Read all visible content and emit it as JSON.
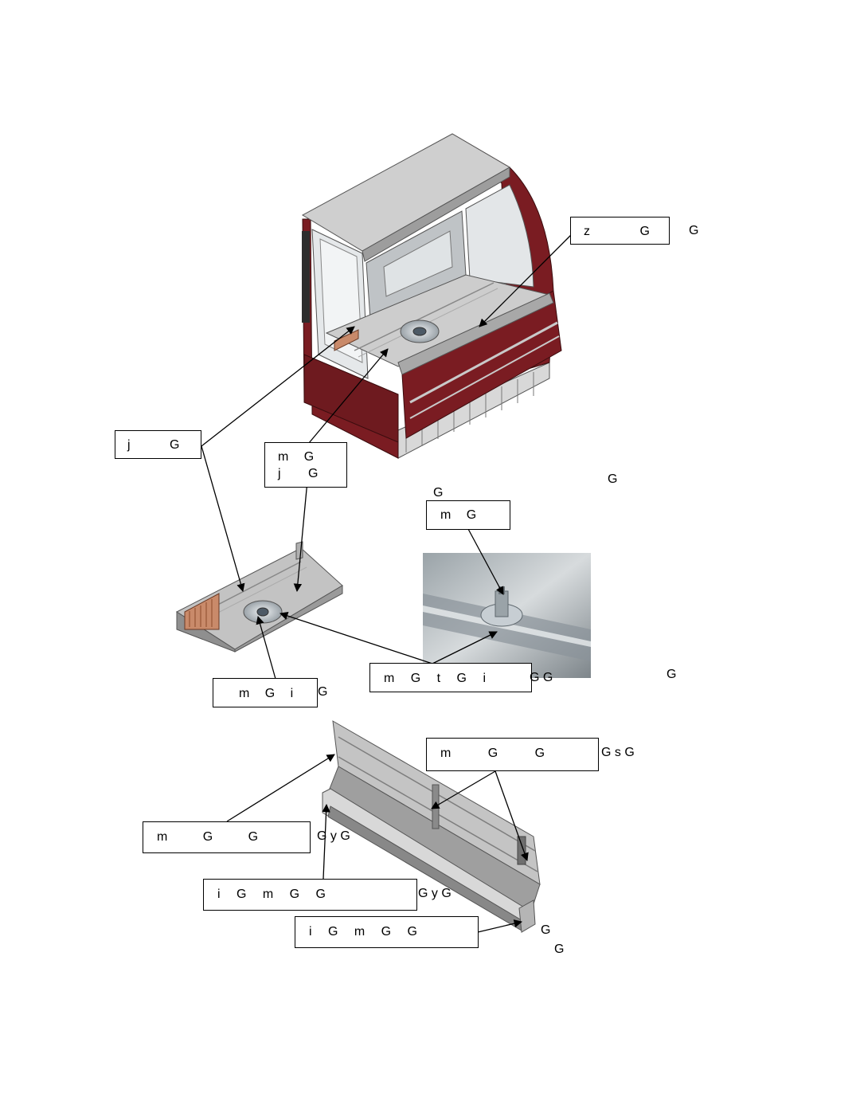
{
  "callouts": {
    "c1": "z G",
    "c2": "j G",
    "c3_line1": "m G",
    "c3_line2": "j G",
    "c4": "m G",
    "c5": "m G t G i",
    "c6": "m G i",
    "c7": "m G G",
    "c8": "m G G",
    "c9": "i G m G G",
    "c10": "i G m G G"
  },
  "stray": {
    "s1": "G",
    "s2": "G",
    "s3": "G",
    "s4": "G G",
    "s5": "G",
    "s6": "G",
    "s7": "G s G",
    "s8": "G y G",
    "s9": "G y G",
    "s10": "G",
    "s11": "G"
  },
  "colors": {
    "cabinet_red": "#7a1c22",
    "cabinet_red_dark": "#5a1216",
    "steel_light": "#c9c9c9",
    "steel_mid": "#a9a9a9",
    "steel_dark": "#7d7d7d"
  }
}
